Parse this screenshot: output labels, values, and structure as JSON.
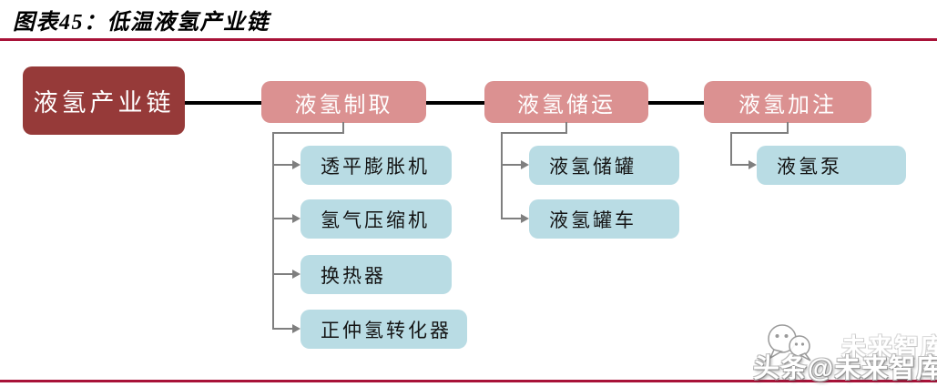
{
  "title": {
    "label": "图表45：低温液氢产业链"
  },
  "colors": {
    "rule_red": "#A81238",
    "root_box": "#963A39",
    "branch_box": "#DB9191",
    "leaf_box": "#B9DCE4",
    "connector_black": "#000000",
    "connector_gray": "#7F7F7F"
  },
  "chart": {
    "type": "flowchart",
    "root": {
      "label": "液氢产业链"
    },
    "branches": [
      {
        "label": "液氢制取",
        "children": [
          "透平膨胀机",
          "氢气压缩机",
          "换热器",
          "正仲氢转化器"
        ]
      },
      {
        "label": "液氢储运",
        "children": [
          "液氢储罐",
          "液氢罐车"
        ]
      },
      {
        "label": "液氢加注",
        "children": [
          "液氢泵"
        ]
      }
    ]
  },
  "watermark": {
    "line1": "未来智库",
    "line2": "头条@未来智库",
    "icon": "chat-bubbles-icon"
  }
}
